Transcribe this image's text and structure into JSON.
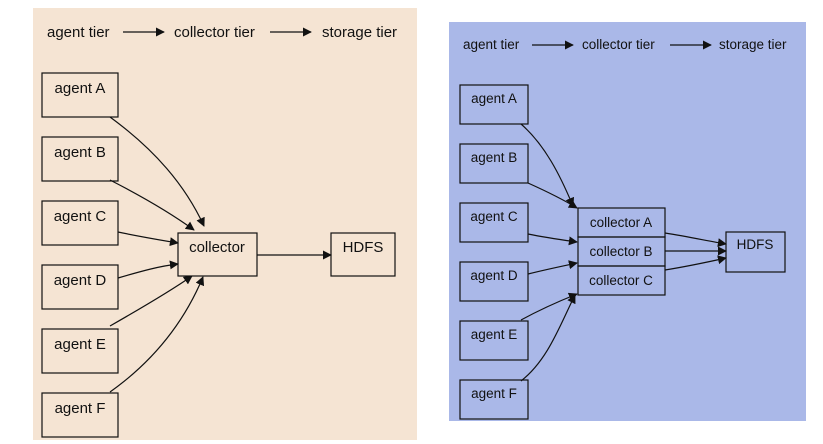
{
  "colors": {
    "left_panel_bg": "#f5e4d3",
    "right_panel_bg": "#aab8e8",
    "stroke": "#111111",
    "page_bg": "#ffffff"
  },
  "left_diagram": {
    "legend": {
      "tier1": "agent tier",
      "tier2": "collector tier",
      "tier3": "storage tier"
    },
    "agents": [
      "agent A",
      "agent B",
      "agent C",
      "agent D",
      "agent E",
      "agent F"
    ],
    "collector": "collector",
    "storage": "HDFS"
  },
  "right_diagram": {
    "legend": {
      "tier1": "agent tier",
      "tier2": "collector tier",
      "tier3": "storage tier"
    },
    "agents": [
      "agent A",
      "agent B",
      "agent C",
      "agent D",
      "agent E",
      "agent F"
    ],
    "collectors": [
      "collector A",
      "collector B",
      "collector C"
    ],
    "storage": "HDFS"
  }
}
